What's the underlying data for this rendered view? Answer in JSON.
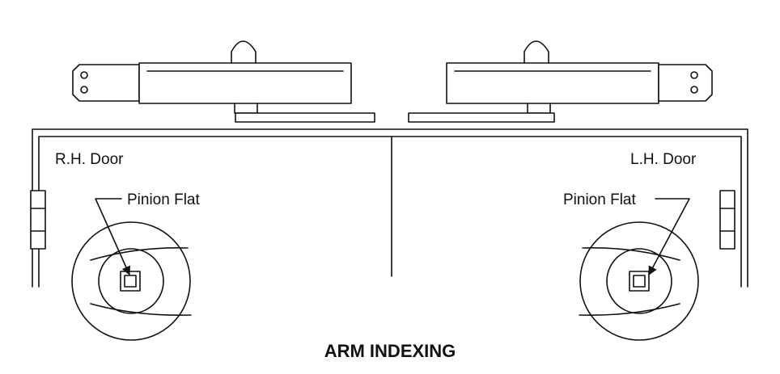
{
  "labels": {
    "rh_door": "R.H. Door",
    "lh_door": "L.H. Door",
    "pinion_flat_left": "Pinion Flat",
    "pinion_flat_right": "Pinion Flat",
    "title": "ARM INDEXING"
  },
  "colors": {
    "ink": "#111111",
    "background": "#ffffff"
  }
}
